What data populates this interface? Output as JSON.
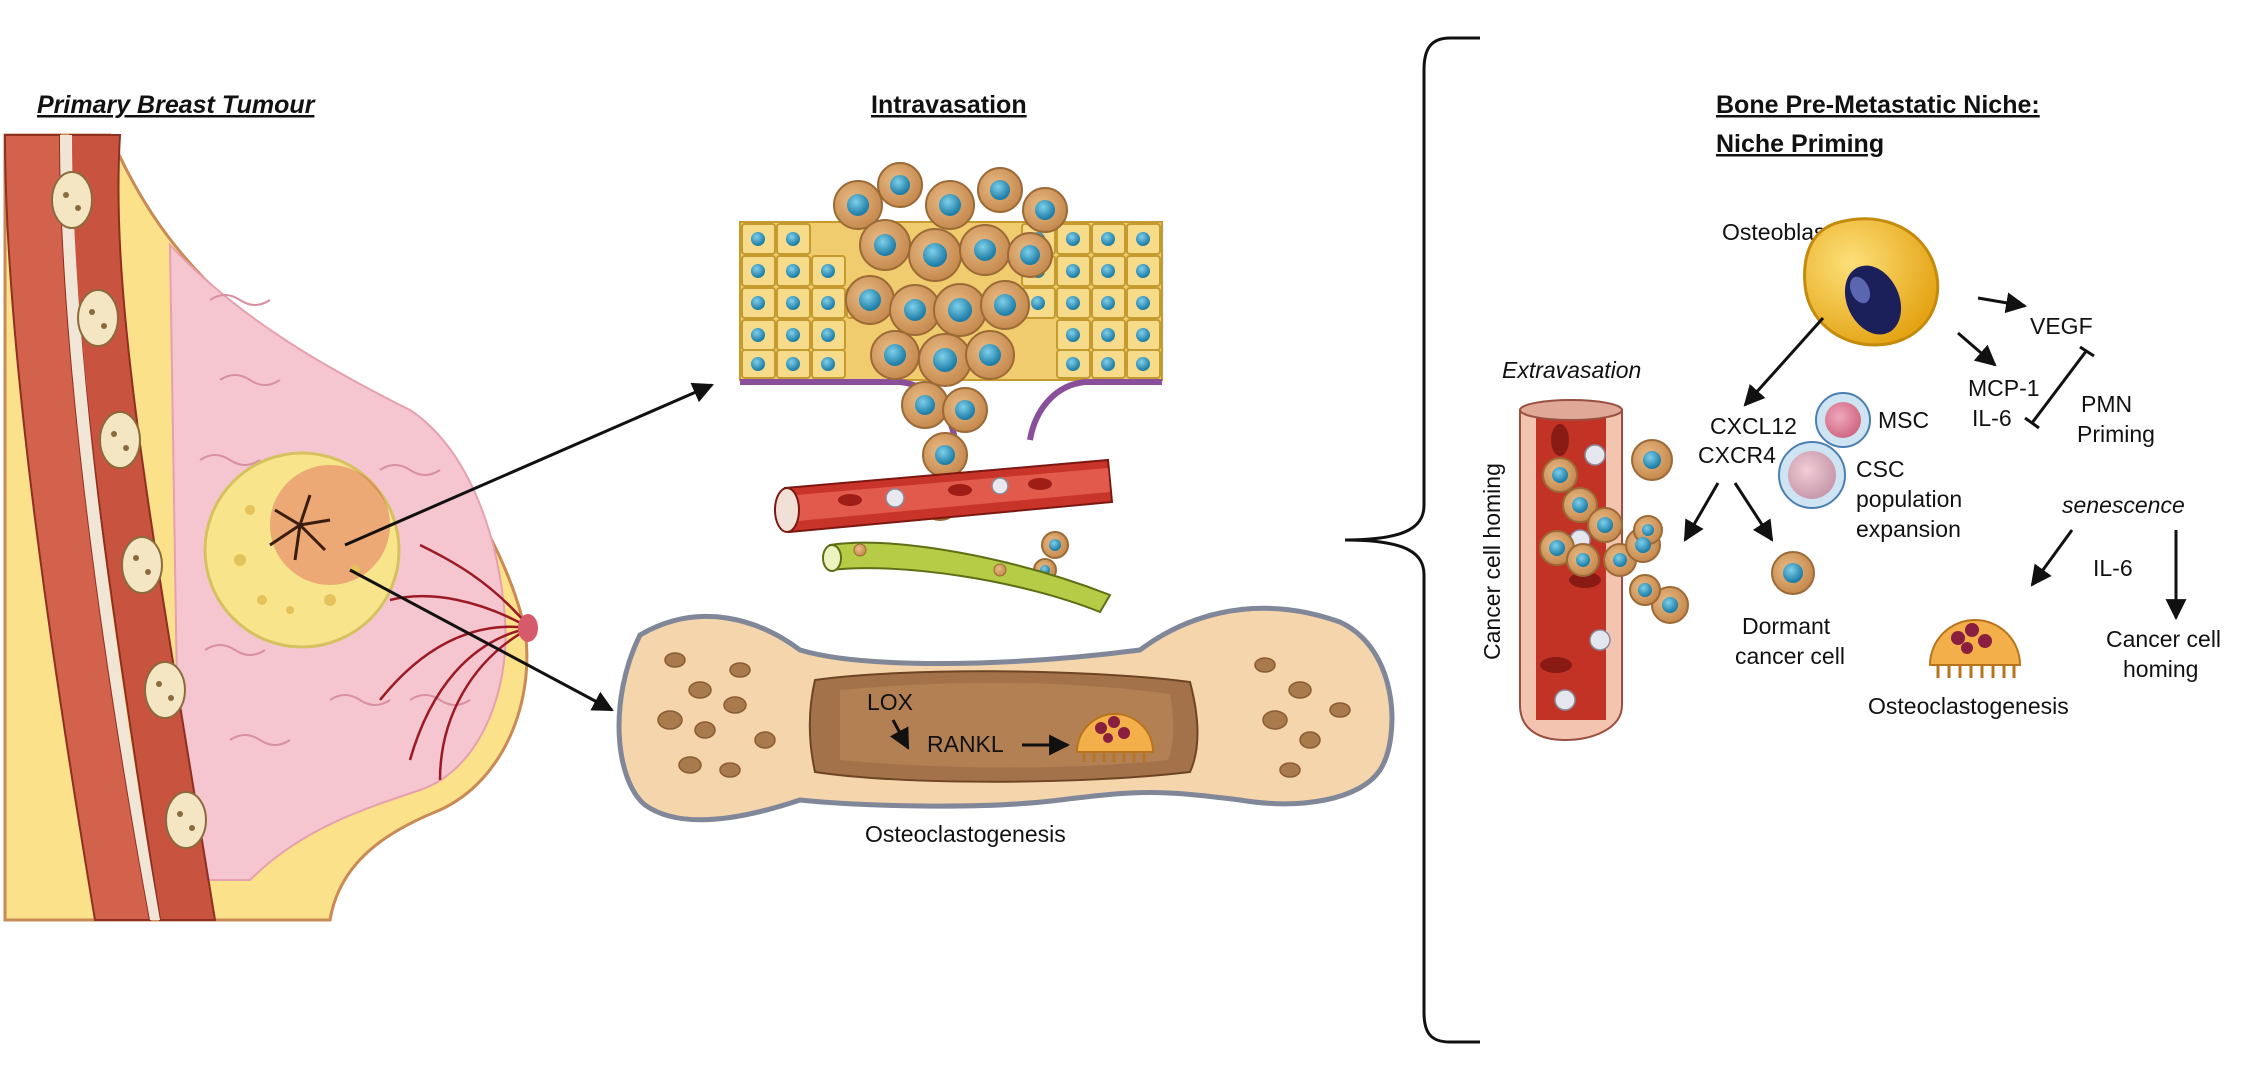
{
  "panels": {
    "primary": {
      "title": "Primary Breast Tumour"
    },
    "intravasation": {
      "title": "Intravasation"
    },
    "bone": {
      "lox": "LOX",
      "rankl": "RANKL",
      "caption": "Osteoclastogenesis"
    },
    "niche": {
      "title_line1": "Bone Pre-Metastatic Niche:",
      "title_line2": "Niche Priming"
    }
  },
  "niche_labels": {
    "osteoblast": "Osteoblast",
    "vegf": "VEGF",
    "mcp1": "MCP-1",
    "il6": "IL-6",
    "pmn": "PMN",
    "priming": "Priming",
    "extravasation": "Extravasation",
    "cancer_cell_homing_vertical": "Cancer cell homing",
    "cxcl12": "CXCL12",
    "cxcr4": "CXCR4",
    "msc": "MSC",
    "csc": "CSC",
    "population": "population",
    "expansion": "expansion",
    "senescence": "senescence",
    "il6_senescence": "IL-6",
    "dormant": "Dormant",
    "cancer_cell": "cancer cell",
    "homing_line1": "Cancer cell",
    "homing_line2": "homing",
    "osteoclastogenesis": "Osteoclastogenesis"
  },
  "icons": [
    "breast-anatomy-icon",
    "tumour-icon",
    "epithelium-icon",
    "blood-vessel-icon",
    "lymph-vessel-icon",
    "bone-icon",
    "osteoclast-icon",
    "osteoblast-icon",
    "msc-icon",
    "csc-icon",
    "bracket-icon",
    "arrow-icon",
    "inhibition-icon"
  ],
  "colors": {
    "tumour_cell": "#d9a56b",
    "nucleus": "#3a9cc4",
    "epithelium": "#f1d27a",
    "blood": "#c0281e",
    "bone": "#f3d2a8",
    "marrow": "#a06c44",
    "osteoblast": "#f6c13a",
    "osteoclast": "#f3b04a",
    "breast_pink": "#f4c7cf",
    "muscle": "#c9503c",
    "fat": "#f8dc74"
  }
}
